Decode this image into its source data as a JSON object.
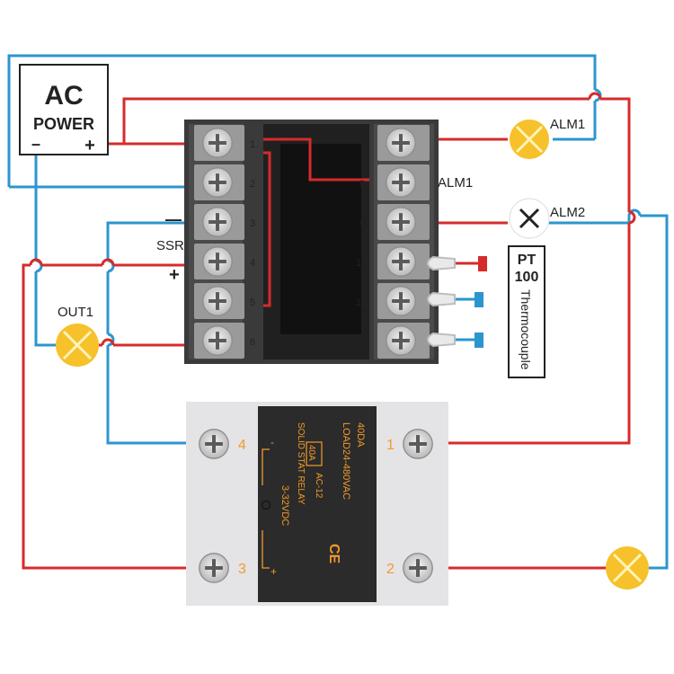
{
  "power": {
    "line1": "AC",
    "line2": "POWER",
    "minus": "–",
    "plus": "+"
  },
  "controller": {
    "left_terminal_numbers": [
      "1",
      "2",
      "3",
      "4",
      "5",
      "6"
    ],
    "right_terminal_numbers": [
      "7",
      "8",
      "9",
      "10",
      "11",
      "12"
    ],
    "alm1_side_label": "ALM1",
    "ssr_label": "SSR",
    "ssr_minus": "—",
    "ssr_plus": "+"
  },
  "lamps": {
    "alm1": "ALM1",
    "alm2": "ALM2",
    "out1": "OUT1"
  },
  "sensor": {
    "pt_line1": "PT",
    "pt_line2": "100",
    "thermocouple": "Thermocouple"
  },
  "relay": {
    "rating": "40DA",
    "load": "LOAD24-480VAC",
    "current": "40A",
    "ac_class": "AC-12",
    "type_text": "SOLID STAT RELAY",
    "input_range": "3-32VDC",
    "ce_mark": "CE",
    "minus": "-",
    "plus": "+",
    "terminal_labels": [
      "1",
      "2",
      "3",
      "4"
    ]
  },
  "colors": {
    "red_wire": "#d62b2b",
    "blue_wire": "#2c95cf",
    "lamp_fill": "#f6c12a",
    "relay_body": "#2b2b2b",
    "relay_plate": "#e4e4e6",
    "relay_text": "#f39a2a",
    "controller_body": "#3a3a3a"
  }
}
